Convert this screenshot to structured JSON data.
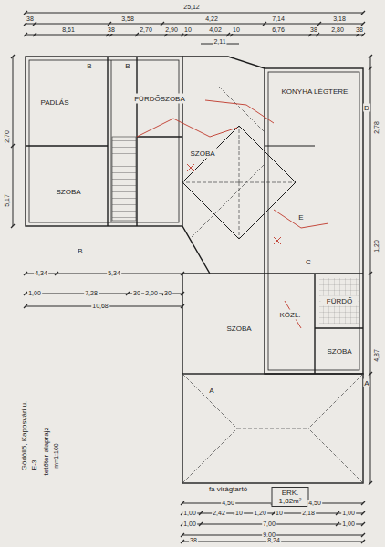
{
  "diagram": {
    "nodes": [
      {
        "text": [
          "PADLÁS"
        ]
      },
      {
        "text": [
          "SZOBA"
        ]
      },
      {
        "text": [
          "FÜRDŐSZOBA"
        ]
      },
      {
        "text": [
          "SZOBA"
        ]
      },
      {
        "text": [
          "KONYHA LÉGTERE"
        ]
      },
      {
        "text": [
          "KÖZL."
        ]
      },
      {
        "text": [
          "SZOBA"
        ]
      },
      {
        "text": [
          "FÜRDŐ"
        ]
      },
      {
        "text": [
          "SZOBA"
        ]
      },
      {
        "text": [
          "ERK.",
          "1,82m²"
        ]
      }
    ],
    "labels": [
      "25,12",
      "38",
      "3,58",
      "4,22",
      "7,14",
      "3,18",
      "8,61",
      "38",
      "2,70",
      "2,90",
      "10",
      "4,02",
      "10",
      "6,76",
      "38",
      "2,80",
      "38",
      "2,11",
      "2,78",
      "1,20",
      "4,87",
      "2,70",
      "5,17",
      "4,34",
      "5,34",
      "1,00",
      "7,28",
      "30",
      "2,00",
      "30",
      "10,68",
      "fa virágtartó",
      "4,50",
      "4,50",
      "1,00",
      "2,42",
      "10",
      "1,20",
      "10",
      "2,18",
      "1,00",
      "1,00",
      "7,00",
      "1,00",
      "9,00",
      "38",
      "8,24",
      "A",
      "A",
      "B",
      "B",
      "B",
      "C",
      "D",
      "E",
      "Gödöllő, Kaposvári u.",
      "E-3",
      "tetőtér alaprajz",
      "m=1:100"
    ]
  }
}
